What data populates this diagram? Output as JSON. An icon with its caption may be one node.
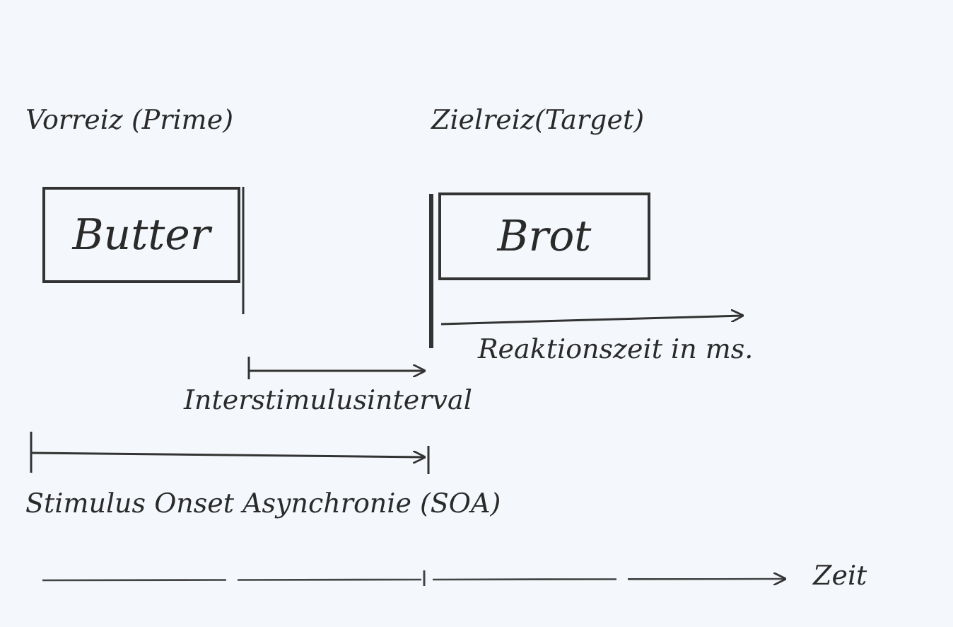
{
  "diagram": {
    "nodes": [
      {
        "text": [
          "Butter"
        ]
      },
      {
        "text": [
          "Brot"
        ]
      }
    ],
    "labels": [
      "Vorreiz (Prime)",
      "Zielreiz(Target)",
      "Reaktionszeit in ms.",
      "Interstimulusinterval",
      "Stimulus Onset Asynchronie (SOA)",
      "Zeit"
    ]
  }
}
